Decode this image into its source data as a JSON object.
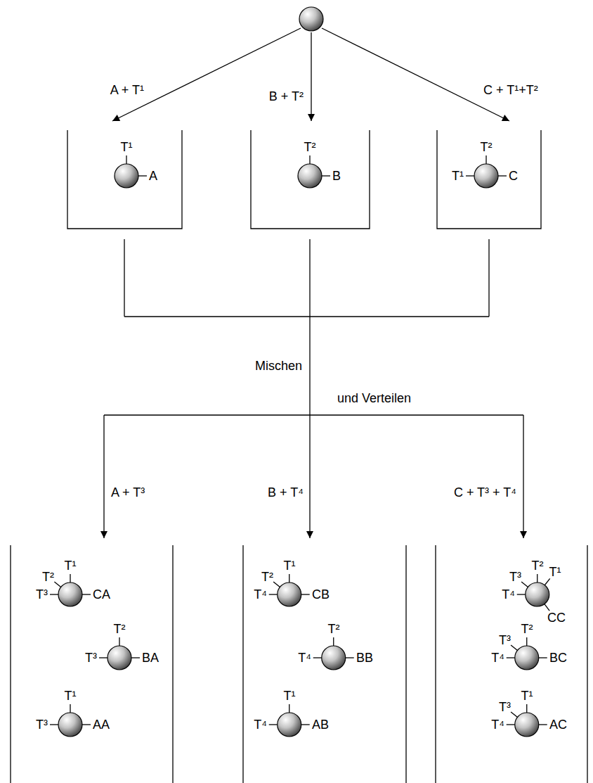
{
  "diagram": {
    "nodes": [
      {
        "text": [
          "T¹",
          "A"
        ]
      },
      {
        "text": [
          "T²",
          "B"
        ]
      },
      {
        "text": [
          "T²",
          "T¹",
          "C"
        ]
      },
      {
        "text": [
          "T¹",
          "T²",
          "T³",
          "CA"
        ]
      },
      {
        "text": [
          "T²",
          "T³",
          "BA"
        ]
      },
      {
        "text": [
          "T¹",
          "T³",
          "AA"
        ]
      },
      {
        "text": [
          "T¹",
          "T²",
          "T⁴",
          "CB"
        ]
      },
      {
        "text": [
          "T²",
          "T⁴",
          "BB"
        ]
      },
      {
        "text": [
          "T¹",
          "T⁴",
          "AB"
        ]
      },
      {
        "text": [
          "T³",
          "T²",
          "T¹",
          "T⁴",
          "CC"
        ]
      },
      {
        "text": [
          "T³",
          "T²",
          "T⁴",
          "BC"
        ]
      },
      {
        "text": [
          "T³",
          "T¹",
          "T⁴",
          "AC"
        ]
      }
    ],
    "labels": [
      "A + T¹",
      "B + T²",
      "C + T¹+T²",
      "Mischen",
      "und Verteilen",
      "A + T³",
      "B + T⁴",
      "C + T³ + T⁴"
    ]
  }
}
